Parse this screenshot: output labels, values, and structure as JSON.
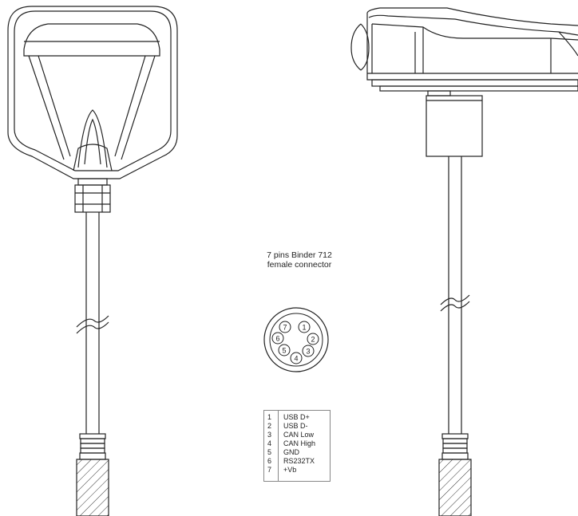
{
  "connector": {
    "title_line1": "7 pins Binder 712",
    "title_line2": "female connector"
  },
  "pins": [
    {
      "num": "1",
      "function": "USB D+"
    },
    {
      "num": "2",
      "function": "USB D-"
    },
    {
      "num": "3",
      "function": "CAN Low"
    },
    {
      "num": "4",
      "function": "CAN High"
    },
    {
      "num": "5",
      "function": "GND"
    },
    {
      "num": "6",
      "function": "RS232TX"
    },
    {
      "num": "7",
      "function": "+Vb"
    }
  ]
}
